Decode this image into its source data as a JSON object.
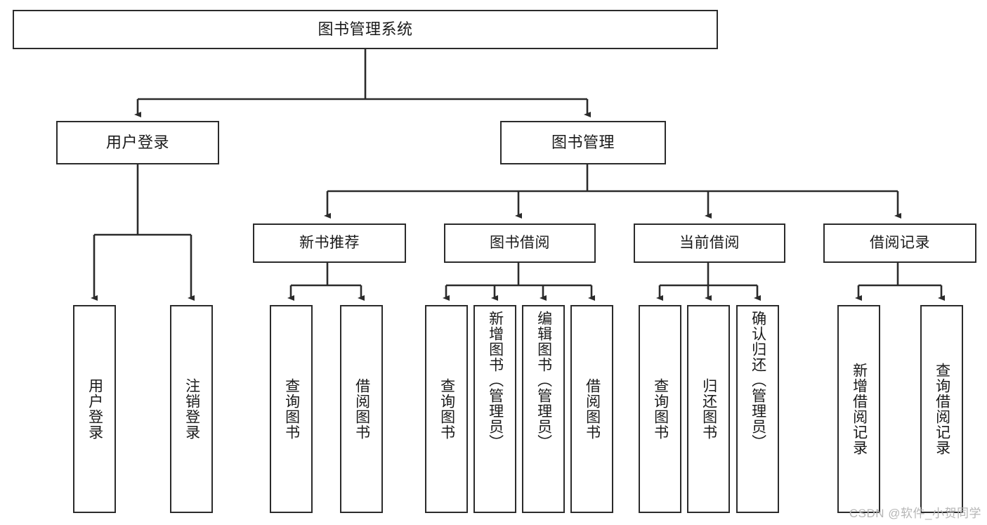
{
  "diagram": {
    "title": "图书管理系统",
    "type": "tree",
    "orientation": "top-down",
    "stroke_color": "#2b2b2b",
    "box_fill": "#ffffff",
    "background": "#ffffff"
  },
  "watermark": {
    "text": "CSDN @软件_小贺同学",
    "color": "#b6b6b6"
  },
  "nodes": {
    "root": {
      "label": "图书管理系统"
    },
    "level1": [
      {
        "id": "user-login",
        "label": "用户登录"
      },
      {
        "id": "book-manage",
        "label": "图书管理"
      }
    ],
    "level2": [
      {
        "id": "new-book-recommend",
        "label": "新书推荐"
      },
      {
        "id": "book-borrow",
        "label": "图书借阅"
      },
      {
        "id": "current-borrow",
        "label": "当前借阅"
      },
      {
        "id": "borrow-record",
        "label": "借阅记录"
      }
    ],
    "leaves": {
      "user_login": [
        {
          "id": "leaf-user-login",
          "label": "用户登录"
        },
        {
          "id": "leaf-logout",
          "label": "注销登录"
        }
      ],
      "new_book_recommend": [
        {
          "id": "leaf-query-book-1",
          "label": "查询图书"
        },
        {
          "id": "leaf-borrow-book-1",
          "label": "借阅图书"
        }
      ],
      "book_borrow": [
        {
          "id": "leaf-query-book-2",
          "label": "查询图书"
        },
        {
          "id": "leaf-add-book",
          "label": "新增图书（管理员）"
        },
        {
          "id": "leaf-edit-book",
          "label": "编辑图书（管理员）"
        },
        {
          "id": "leaf-borrow-book-2",
          "label": "借阅图书"
        }
      ],
      "current_borrow": [
        {
          "id": "leaf-query-book-3",
          "label": "查询图书"
        },
        {
          "id": "leaf-return-book",
          "label": "归还图书"
        },
        {
          "id": "leaf-confirm-return",
          "label": "确认归还（管理员）"
        }
      ],
      "borrow_record": [
        {
          "id": "leaf-add-record",
          "label": "新增借阅记录"
        },
        {
          "id": "leaf-query-record",
          "label": "查询借阅记录"
        }
      ]
    }
  },
  "edges": [
    {
      "from": "root",
      "to": "user-login"
    },
    {
      "from": "root",
      "to": "book-manage"
    },
    {
      "from": "user-login",
      "to": "leaf-user-login"
    },
    {
      "from": "user-login",
      "to": "leaf-logout"
    },
    {
      "from": "book-manage",
      "to": "new-book-recommend"
    },
    {
      "from": "book-manage",
      "to": "book-borrow"
    },
    {
      "from": "book-manage",
      "to": "current-borrow"
    },
    {
      "from": "book-manage",
      "to": "borrow-record"
    },
    {
      "from": "new-book-recommend",
      "to": "leaf-query-book-1"
    },
    {
      "from": "new-book-recommend",
      "to": "leaf-borrow-book-1"
    },
    {
      "from": "book-borrow",
      "to": "leaf-query-book-2"
    },
    {
      "from": "book-borrow",
      "to": "leaf-add-book"
    },
    {
      "from": "book-borrow",
      "to": "leaf-edit-book"
    },
    {
      "from": "book-borrow",
      "to": "leaf-borrow-book-2"
    },
    {
      "from": "current-borrow",
      "to": "leaf-query-book-3"
    },
    {
      "from": "current-borrow",
      "to": "leaf-return-book"
    },
    {
      "from": "current-borrow",
      "to": "leaf-confirm-return"
    },
    {
      "from": "borrow-record",
      "to": "leaf-add-record"
    },
    {
      "from": "borrow-record",
      "to": "leaf-query-record"
    }
  ]
}
